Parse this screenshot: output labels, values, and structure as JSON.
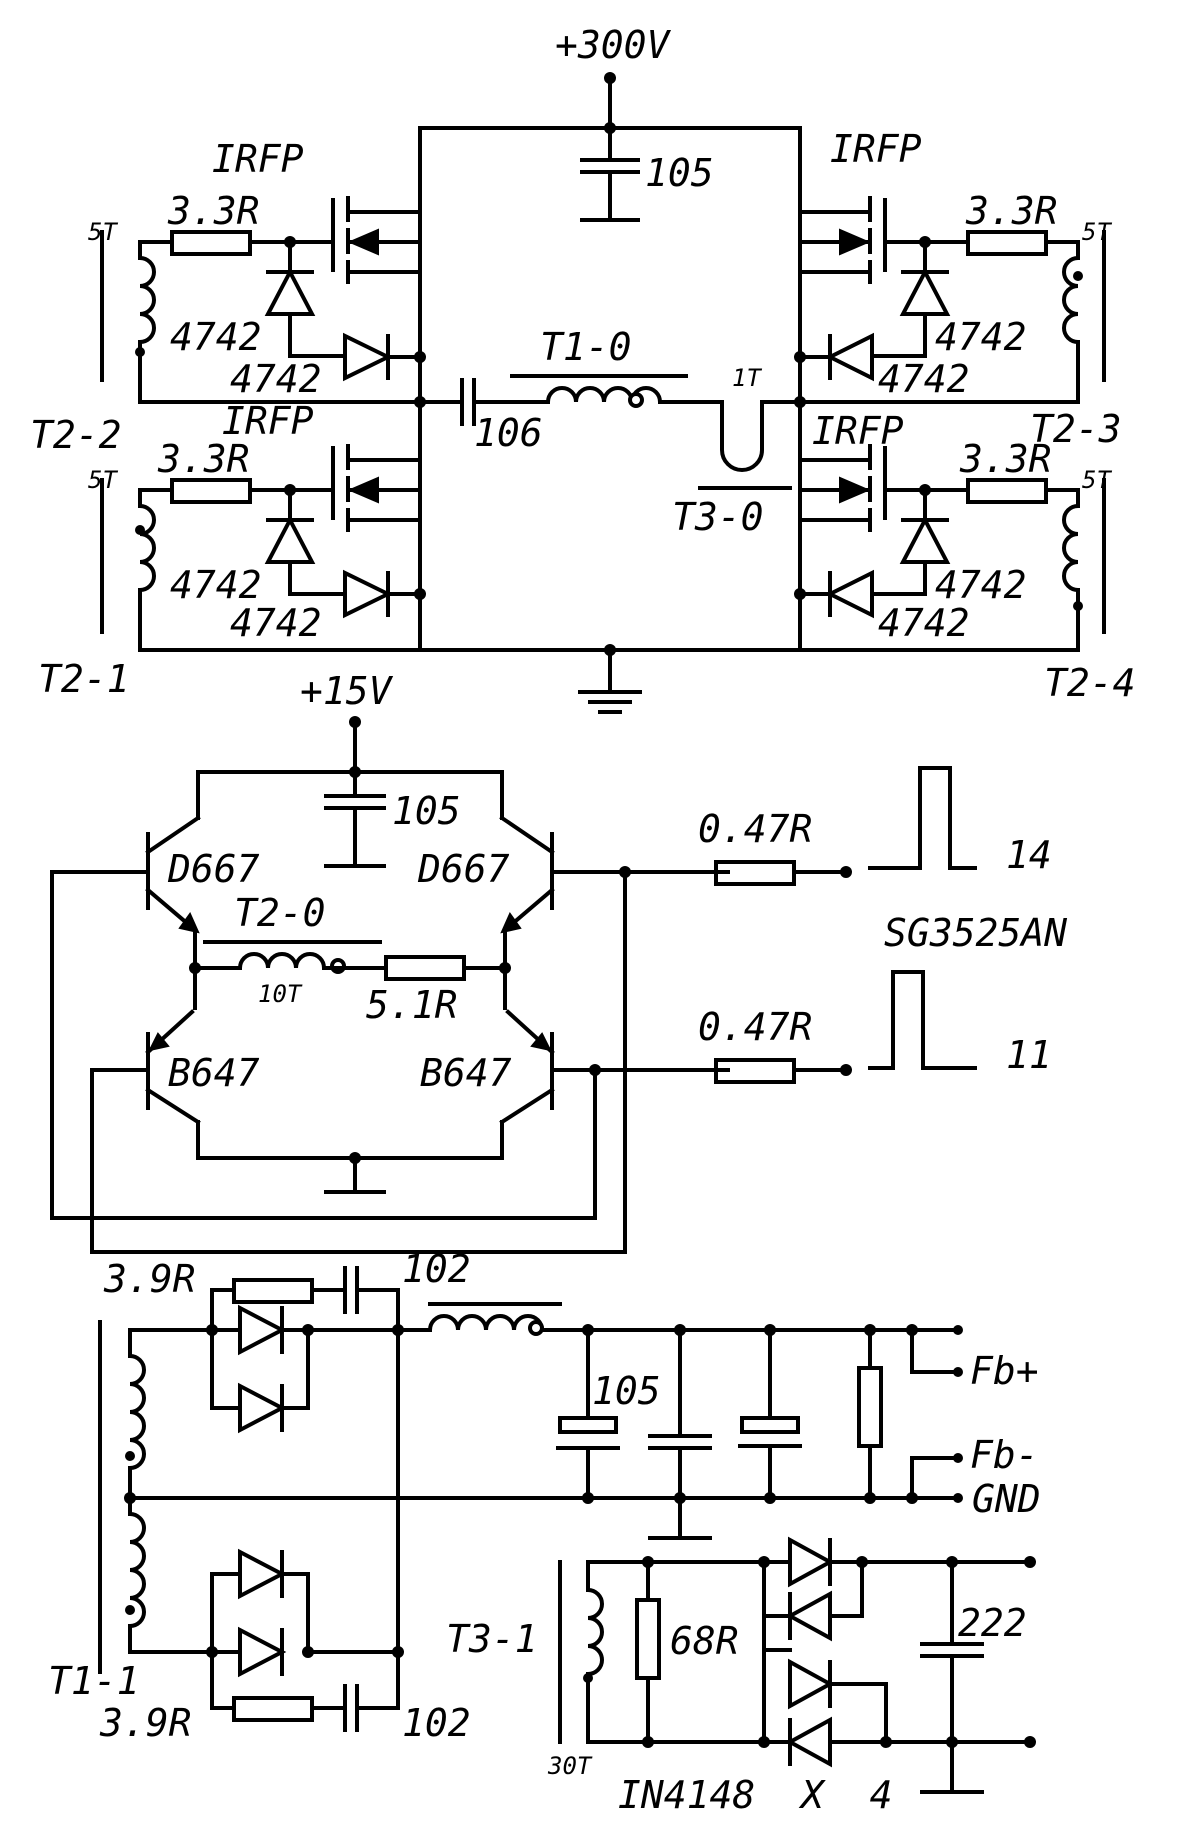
{
  "labels": {
    "v300": "+300V",
    "v15": "+15V",
    "cap_top": "105",
    "irfp_tl": "IRFP",
    "irfp_tr": "IRFP",
    "irfp_bl": "IRFP",
    "irfp_br": "IRFP",
    "r_tl": "3.3R",
    "r_tr": "3.3R",
    "r_bl": "3.3R",
    "r_br": "3.3R",
    "st_tl": "5T",
    "st_tr": "5T",
    "st_bl": "5T",
    "st_br": "5T",
    "z_tl1": "4742",
    "z_tl2": "4742",
    "z_tr1": "4742",
    "z_tr2": "4742",
    "z_bl1": "4742",
    "z_bl2": "4742",
    "z_br1": "4742",
    "z_br2": "4742",
    "t2_2": "T2-2",
    "t2_3": "T2-3",
    "t2_1": "T2-1",
    "t2_4": "T2-4",
    "t1_0": "T1-0",
    "cap_106": "106",
    "one_t": "1T",
    "t3_0": "T3-0",
    "cap_mid": "105",
    "d667_l": "D667",
    "d667_r": "D667",
    "b647_l": "B647",
    "b647_r": "B647",
    "t2_0": "T2-0",
    "ten_t": "10T",
    "r_51": "5.1R",
    "r_047a": "0.47R",
    "r_047b": "0.47R",
    "pin14": "14",
    "pin11": "11",
    "sg": "SG3525AN",
    "r_39a": "3.9R",
    "r_39b": "3.9R",
    "cap_102a": "102",
    "cap_102b": "102",
    "cap_105b": "105",
    "fbp": "Fb+",
    "fbm": "Fb-",
    "gnd": "GND",
    "t1_1": "T1-1",
    "t3_1": "T3-1",
    "r_68": "68R",
    "cap_222": "222",
    "thirty_t": "30T",
    "in4148": "IN4148  X  4"
  }
}
